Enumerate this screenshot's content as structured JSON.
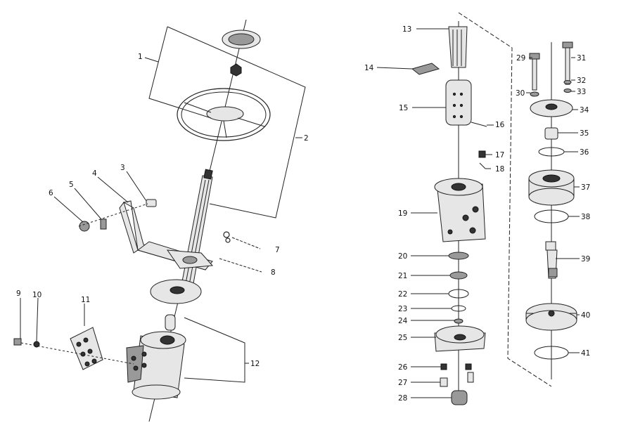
{
  "diagram": {
    "callouts": [
      {
        "id": "c1",
        "text": "1"
      },
      {
        "id": "c2",
        "text": "2"
      },
      {
        "id": "c3",
        "text": "3"
      },
      {
        "id": "c4",
        "text": "4"
      },
      {
        "id": "c5",
        "text": "5"
      },
      {
        "id": "c6",
        "text": "6"
      },
      {
        "id": "c7",
        "text": "7"
      },
      {
        "id": "c8",
        "text": "8"
      },
      {
        "id": "c9",
        "text": "9"
      },
      {
        "id": "c10",
        "text": "10"
      },
      {
        "id": "c11",
        "text": "11"
      },
      {
        "id": "c12",
        "text": "12"
      },
      {
        "id": "c13",
        "text": "13"
      },
      {
        "id": "c14",
        "text": "14"
      },
      {
        "id": "c15",
        "text": "15"
      },
      {
        "id": "c16",
        "text": "16"
      },
      {
        "id": "c17",
        "text": "17"
      },
      {
        "id": "c18",
        "text": "18"
      },
      {
        "id": "c19",
        "text": "19"
      },
      {
        "id": "c20",
        "text": "20"
      },
      {
        "id": "c21",
        "text": "21"
      },
      {
        "id": "c22",
        "text": "22"
      },
      {
        "id": "c23",
        "text": "23"
      },
      {
        "id": "c24",
        "text": "24"
      },
      {
        "id": "c25",
        "text": "25"
      },
      {
        "id": "c26",
        "text": "26"
      },
      {
        "id": "c27",
        "text": "27"
      },
      {
        "id": "c28",
        "text": "28"
      },
      {
        "id": "c29",
        "text": "29"
      },
      {
        "id": "c30",
        "text": "30"
      },
      {
        "id": "c31",
        "text": "31"
      },
      {
        "id": "c32",
        "text": "32"
      },
      {
        "id": "c33",
        "text": "33"
      },
      {
        "id": "c34",
        "text": "34"
      },
      {
        "id": "c35",
        "text": "35"
      },
      {
        "id": "c36",
        "text": "36"
      },
      {
        "id": "c37",
        "text": "37"
      },
      {
        "id": "c38",
        "text": "38"
      },
      {
        "id": "c39",
        "text": "39"
      },
      {
        "id": "c40",
        "text": "40"
      },
      {
        "id": "c41",
        "text": "41"
      }
    ]
  }
}
